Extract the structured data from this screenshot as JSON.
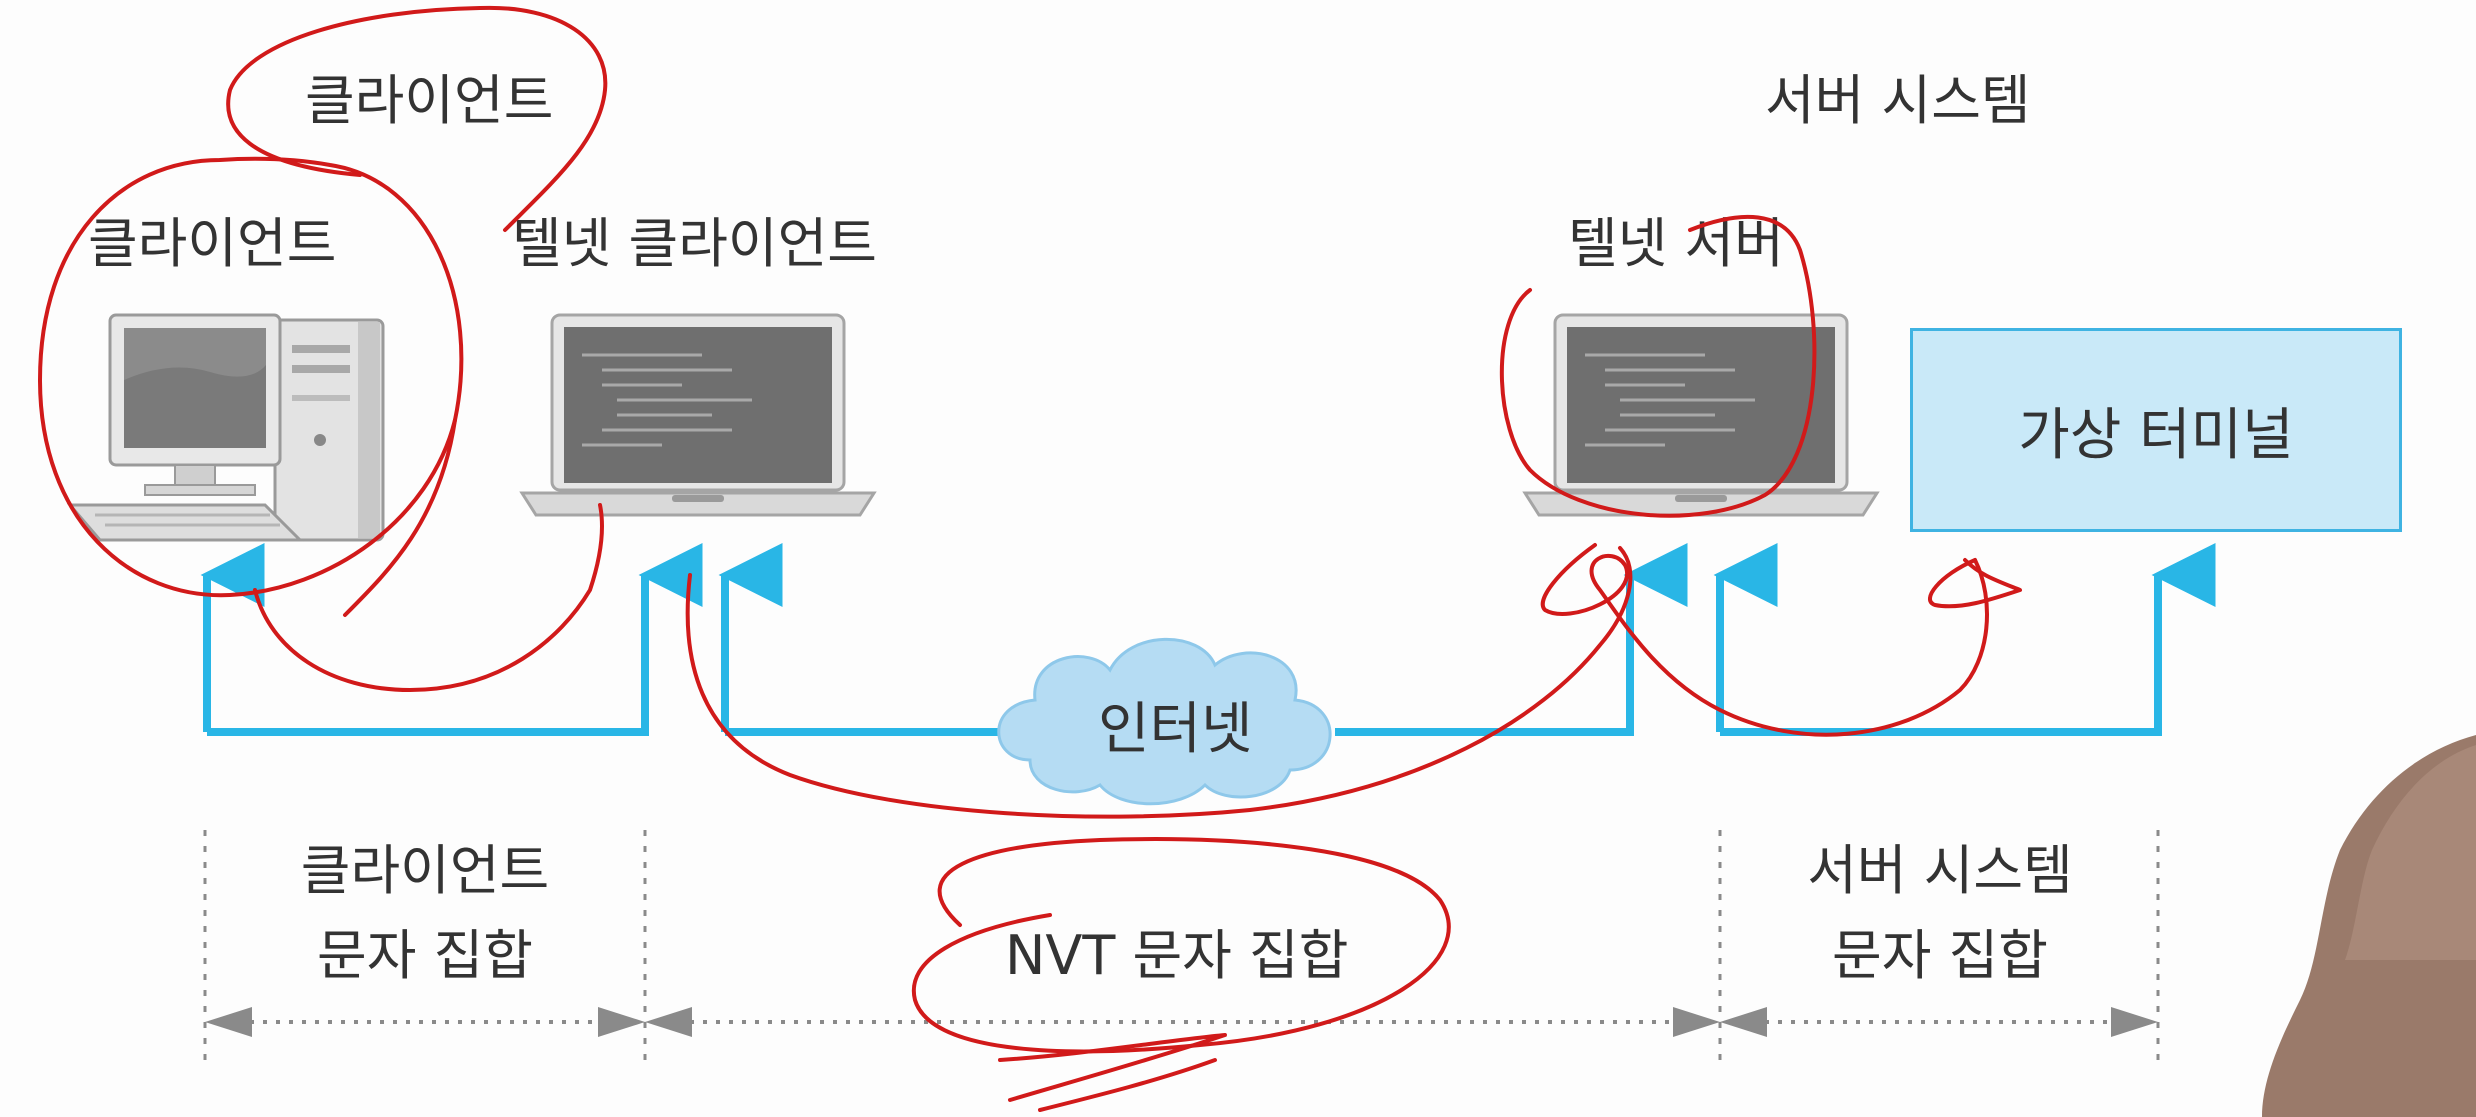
{
  "labels": {
    "top_client": "클라이언트",
    "server_system": "서버 시스템",
    "client": "클라이언트",
    "telnet_client": "텔넷 클라이언트",
    "telnet_server": "텔넷 서버",
    "virtual_terminal": "가상 터미널",
    "internet": "인터넷",
    "client_charset_line1": "클라이언트",
    "client_charset_line2": "문자 집합",
    "nvt_charset": "NVT 문자 집합",
    "server_charset_line1": "서버 시스템",
    "server_charset_line2": "문자 집합"
  },
  "icons": {
    "desktop": "desktop-computer-icon",
    "laptop_client": "laptop-icon",
    "laptop_server": "laptop-icon",
    "cloud": "cloud-icon"
  },
  "colors": {
    "flow": "#29b6e6",
    "box_fill": "#c9e9f8",
    "box_border": "#3fb3e2",
    "annotation": "#d11a1a",
    "dimension": "#8a8a8a",
    "text": "#333333"
  }
}
